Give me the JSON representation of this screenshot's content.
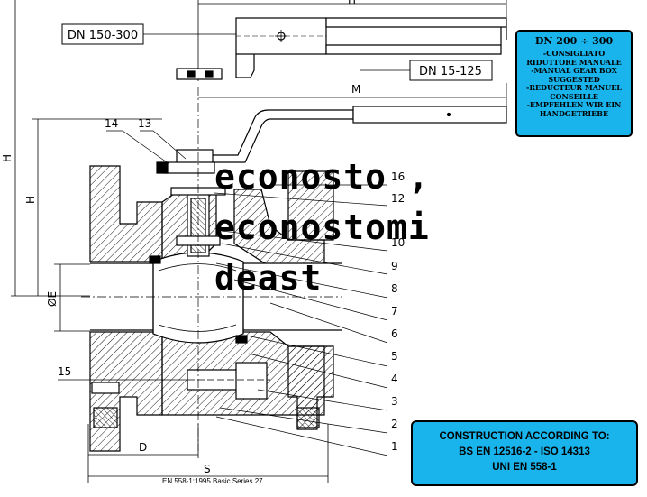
{
  "dimensions": {
    "dn_large": "DN 150-300",
    "dn_small": "DN 15-125",
    "top": "H",
    "m": "M",
    "h_outer": "H",
    "h_inner": "H",
    "d": "D",
    "s": "S",
    "bore": "ØE"
  },
  "parts": [
    "1",
    "2",
    "3",
    "4",
    "5",
    "6",
    "7",
    "8",
    "9",
    "10",
    "12",
    "13",
    "14",
    "15",
    "16"
  ],
  "gear_note": {
    "title": "DN 200 ÷ 300",
    "lines": [
      "-CONSIGLIATO",
      "RIDUTTORE MANUALE",
      "-MANUAL GEAR BOX",
      "SUGGESTED",
      "-REDUCTEUR MANUEL",
      "CONSEILLE",
      "-EMPFEHLEN WIR EIN",
      "HANDGETRIEBE"
    ]
  },
  "construction_note": {
    "lines": [
      "CONSTRUCTION ACCORDING TO:",
      "BS EN 12516-2  - ISO 14313",
      "UNI EN 558-1"
    ]
  },
  "footer": "EN 558-1:1995 Basic Series 27",
  "watermark": "econosto , econostomideast"
}
